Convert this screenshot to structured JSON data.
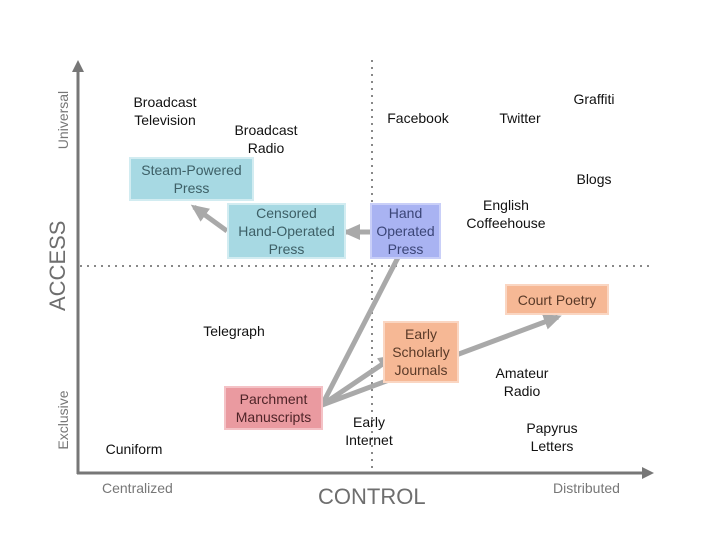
{
  "axes": {
    "x_title": "CONTROL",
    "y_title": "ACCESS",
    "x_low": "Centralized",
    "x_high": "Distributed",
    "y_low": "Exclusive",
    "y_high": "Universal"
  },
  "labels": {
    "broadcast_tv": "Broadcast\nTelevision",
    "broadcast_radio": "Broadcast\nRadio",
    "facebook": "Facebook",
    "twitter": "Twitter",
    "graffiti": "Graffiti",
    "blogs": "Blogs",
    "english_coffeehouse": "English\nCoffeehouse",
    "telegraph": "Telegraph",
    "amateur_radio": "Amateur\nRadio",
    "early_internet": "Early\nInternet",
    "papyrus_letters": "Papyrus\nLetters",
    "cuniform": "Cuniform"
  },
  "boxes": {
    "steam_press": "Steam-Powered\nPress",
    "censored_press": "Censored\nHand-Operated\nPress",
    "hand_press": "Hand\nOperated\nPress",
    "court_poetry": "Court Poetry",
    "early_journals": "Early\nScholarly\nJournals",
    "parchment": "Parchment\nManuscripts"
  },
  "colors": {
    "teal": "#a7d9e3",
    "blue": "#a9b3f2",
    "orange": "#f6b895",
    "red": "#ea9aa0",
    "axis": "#777777",
    "arrow": "#a9a9a9"
  }
}
